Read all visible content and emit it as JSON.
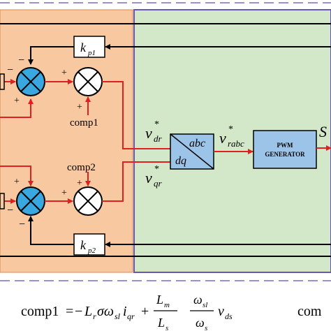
{
  "blocks": {
    "kp1": {
      "main": "k",
      "sub": "p1"
    },
    "kp2": {
      "main": "k",
      "sub": "p2"
    },
    "dq_abc": {
      "top": "abc",
      "bottom": "dq"
    },
    "pwm": {
      "line1": "PWM",
      "line2": "GENERATOR"
    }
  },
  "signs": {
    "sum1_left": "−",
    "sum1_top": "−",
    "sum1_bottom": "+",
    "mul1_left": "+",
    "mul1_bottom": "+",
    "sum2_top": "+",
    "sum2_left": "−",
    "sum2_bottom": "−",
    "mul2_left": "+",
    "mul2_top": "+"
  },
  "labels": {
    "comp1": "comp1",
    "comp2": "comp2",
    "v_dr": {
      "base": "v",
      "sup": "*",
      "sub": "dr"
    },
    "v_qr": {
      "base": "v",
      "sup": "*",
      "sub": "qr"
    },
    "v_rabc": {
      "base": "v",
      "sup": "*",
      "sub": "rabc"
    },
    "output": "S"
  },
  "equations": {
    "comp1": {
      "lhs": "comp1",
      "eq": "=",
      "minus": "−",
      "Lr": "L",
      "Lr_sub": "r",
      "sigma_omega": "σω",
      "sl_sub": "sl",
      "i": "i",
      "qr_sub": "qr",
      "plus": "+",
      "frac1_num": "L",
      "frac1_num_sub": "m",
      "frac1_den": "L",
      "frac1_den_sub": "s",
      "frac2_num": "ω",
      "frac2_num_sub": "sl",
      "frac2_den": "ω",
      "frac2_den_sub": "s",
      "v": "v",
      "ds_sub": "ds"
    },
    "comp2_prefix": "com"
  },
  "colors": {
    "left_panel": "#f8c8a0",
    "right_panel": "#d2e8c8",
    "right_border": "#6a58b0",
    "summer_fill": "#3aa8e0",
    "block_fill": "#9cc4e8",
    "signal_red": "#e02020",
    "dashed": "#7a6cc0"
  }
}
